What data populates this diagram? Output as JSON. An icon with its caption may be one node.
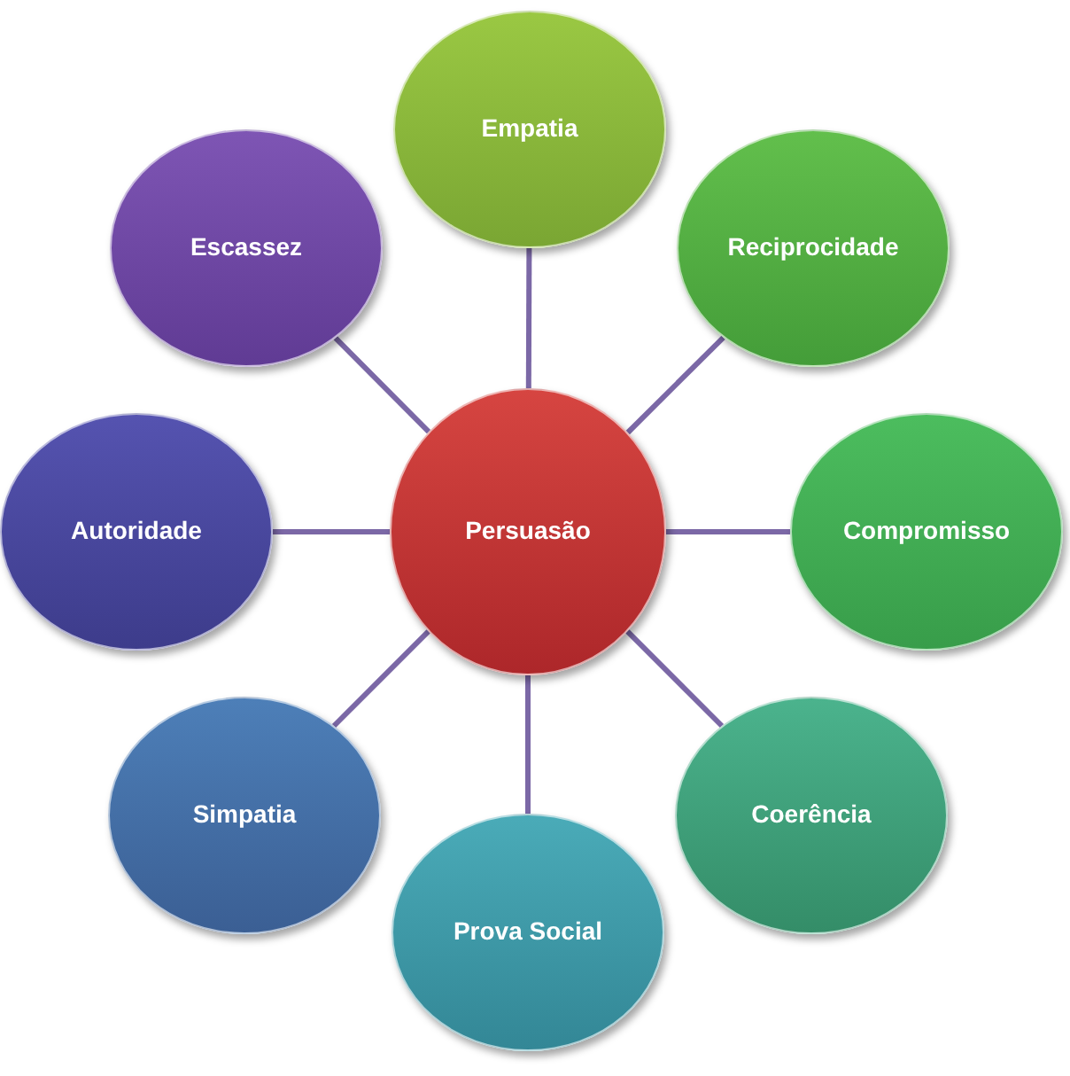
{
  "diagram": {
    "nodes": [
      {
        "text": [
          "Persuasão"
        ]
      },
      {
        "text": [
          "Empatia"
        ]
      },
      {
        "text": [
          "Reciprocidade"
        ]
      },
      {
        "text": [
          "Compromisso"
        ]
      },
      {
        "text": [
          "Coerência"
        ]
      },
      {
        "text": [
          "Prova Social"
        ]
      },
      {
        "text": [
          "Simpatia"
        ]
      },
      {
        "text": [
          "Autoridade"
        ]
      },
      {
        "text": [
          "Escassez"
        ]
      }
    ],
    "edges": [
      {
        "from": 0,
        "to": 1,
        "arrow": "none"
      },
      {
        "from": 0,
        "to": 2,
        "arrow": "none"
      },
      {
        "from": 0,
        "to": 3,
        "arrow": "none"
      },
      {
        "from": 0,
        "to": 4,
        "arrow": "none"
      },
      {
        "from": 0,
        "to": 5,
        "arrow": "none"
      },
      {
        "from": 0,
        "to": 6,
        "arrow": "none"
      },
      {
        "from": 0,
        "to": 7,
        "arrow": "none"
      },
      {
        "from": 0,
        "to": 8,
        "arrow": "none"
      }
    ]
  }
}
